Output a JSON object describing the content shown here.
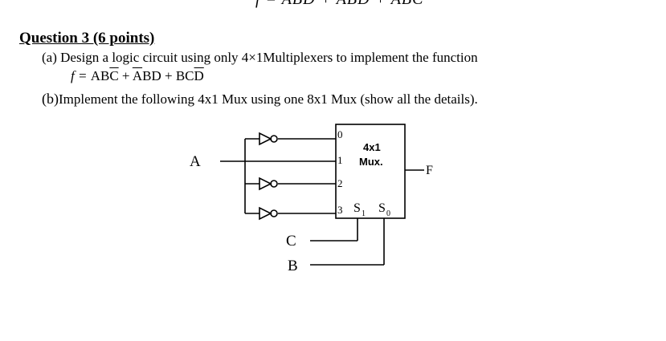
{
  "top_formula": "f = ABD + ABD + ABC",
  "question": {
    "title": "Question 3 (6 points)",
    "part_a": {
      "label": "(a)",
      "text": "Design a logic circuit using only 4×1Multiplexers to implement the function",
      "f_lhs": "f = ",
      "term1_a": "A",
      "term1_b": "B",
      "term1_c": "C",
      "plus1": " + ",
      "term2_a": "A",
      "term2_b": "BD",
      "plus2": " + ",
      "term3_a": "BC",
      "term3_b": "D"
    },
    "part_b": {
      "label": "(b)",
      "text": "Implement the following 4x1 Mux using one 8x1 Mux (show all the details)."
    }
  },
  "diagram": {
    "input_a": "A",
    "input_c": "C",
    "input_b": "B",
    "output_f": "F",
    "mux_title": "4x1",
    "mux_subtitle": "Mux.",
    "pins": [
      "0",
      "1",
      "2",
      "3"
    ],
    "sel_s1": "S",
    "sel_s1_sub": "1",
    "sel_s0": "S",
    "sel_s0_sub": "0"
  }
}
